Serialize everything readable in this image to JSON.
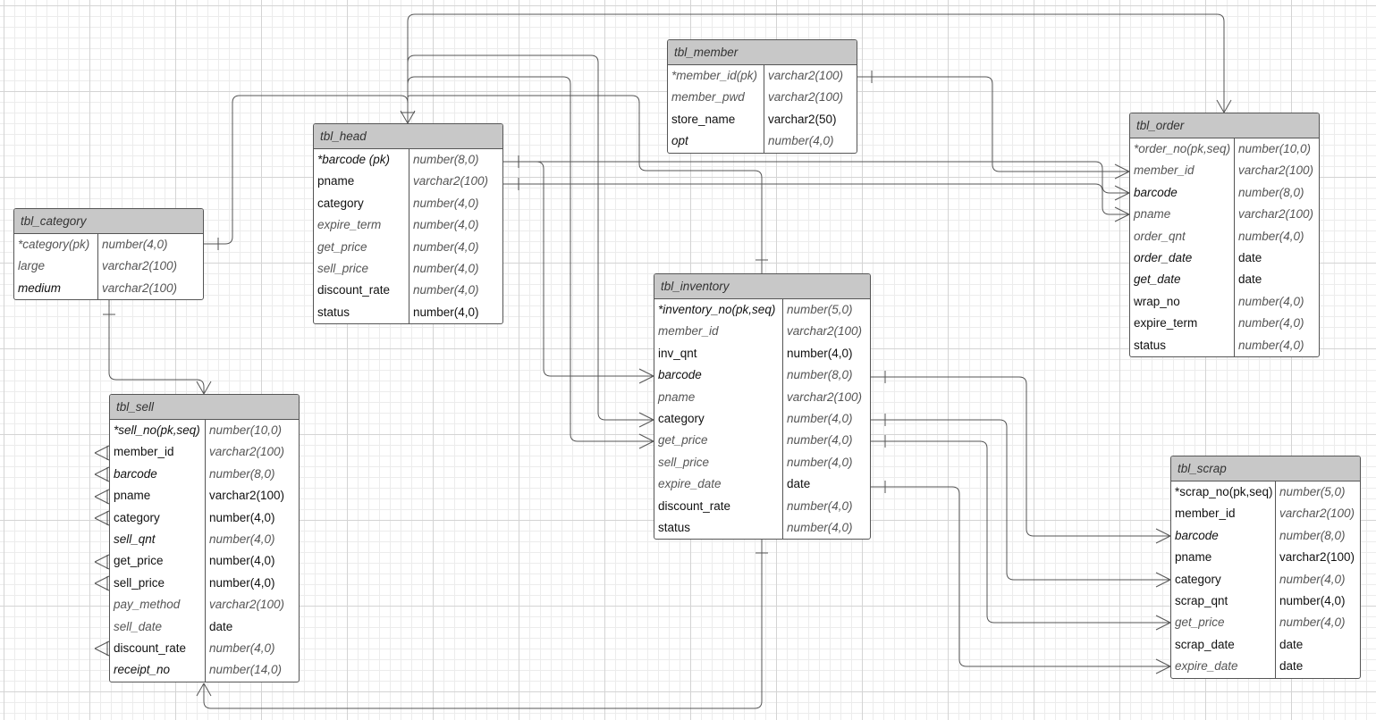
{
  "tables": [
    {
      "id": "tbl_member",
      "title": "tbl_member",
      "columns": [
        [
          "*member_id(pk)",
          "varchar2(100)",
          "i",
          "i"
        ],
        [
          "member_pwd",
          "varchar2(100)",
          "i",
          "i"
        ],
        [
          "store_name",
          "varchar2(50)",
          "k",
          "k"
        ],
        [
          "opt",
          "number(4,0)",
          "b",
          "i"
        ]
      ]
    },
    {
      "id": "tbl_order",
      "title": "tbl_order",
      "columns": [
        [
          "*order_no(pk,seq)",
          "number(10,0)",
          "i",
          "i"
        ],
        [
          "member_id",
          "varchar2(100)",
          "i",
          "i"
        ],
        [
          "barcode",
          "number(8,0)",
          "b",
          "i"
        ],
        [
          "pname",
          "varchar2(100)",
          "i",
          "i"
        ],
        [
          "order_qnt",
          "number(4,0)",
          "i",
          "i"
        ],
        [
          "order_date",
          "date",
          "b",
          "k"
        ],
        [
          "get_date",
          "date",
          "b",
          "k"
        ],
        [
          "wrap_no",
          "number(4,0)",
          "k",
          "i"
        ],
        [
          "expire_term",
          "number(4,0)",
          "k",
          "i"
        ],
        [
          "status",
          "number(4,0)",
          "k",
          "i"
        ]
      ]
    },
    {
      "id": "tbl_head",
      "title": "tbl_head",
      "columns": [
        [
          "*barcode (pk)",
          "number(8,0)",
          "b",
          "i"
        ],
        [
          "pname",
          "varchar2(100)",
          "k",
          "i"
        ],
        [
          "category",
          "number(4,0)",
          "k",
          "i"
        ],
        [
          "expire_term",
          "number(4,0)",
          "i",
          "i"
        ],
        [
          "get_price",
          "number(4,0)",
          "i",
          "i"
        ],
        [
          "sell_price",
          "number(4,0)",
          "i",
          "i"
        ],
        [
          "discount_rate",
          "number(4,0)",
          "k",
          "i"
        ],
        [
          "status",
          "number(4,0)",
          "k",
          "k"
        ]
      ]
    },
    {
      "id": "tbl_category",
      "title": "tbl_category",
      "columns": [
        [
          "*category(pk)",
          "number(4,0)",
          "i",
          "i"
        ],
        [
          "large",
          "varchar2(100)",
          "i",
          "i"
        ],
        [
          "medium",
          "varchar2(100)",
          "b",
          "i"
        ]
      ]
    },
    {
      "id": "tbl_inventory",
      "title": "tbl_inventory",
      "columns": [
        [
          "*inventory_no(pk,seq)",
          "number(5,0)",
          "b",
          "i"
        ],
        [
          "member_id",
          "varchar2(100)",
          "i",
          "i"
        ],
        [
          "inv_qnt",
          "number(4,0)",
          "k",
          "k"
        ],
        [
          "barcode",
          "number(8,0)",
          "b",
          "i"
        ],
        [
          "pname",
          "varchar2(100)",
          "i",
          "i"
        ],
        [
          "category",
          "number(4,0)",
          "k",
          "i"
        ],
        [
          "get_price",
          "number(4,0)",
          "i",
          "i"
        ],
        [
          "sell_price",
          "number(4,0)",
          "i",
          "i"
        ],
        [
          "expire_date",
          "date",
          "i",
          "k"
        ],
        [
          "discount_rate",
          "number(4,0)",
          "k",
          "i"
        ],
        [
          "status",
          "number(4,0)",
          "k",
          "i"
        ]
      ]
    },
    {
      "id": "tbl_sell",
      "title": "tbl_sell",
      "columns": [
        [
          "*sell_no(pk,seq)",
          "number(10,0)",
          "b",
          "i"
        ],
        [
          "member_id",
          "varchar2(100)",
          "k",
          "i"
        ],
        [
          "barcode",
          "number(8,0)",
          "b",
          "i"
        ],
        [
          "pname",
          "varchar2(100)",
          "k",
          "k"
        ],
        [
          "category",
          "number(4,0)",
          "k",
          "k"
        ],
        [
          "sell_qnt",
          "number(4,0)",
          "b",
          "i"
        ],
        [
          "get_price",
          "number(4,0)",
          "k",
          "k"
        ],
        [
          "sell_price",
          "number(4,0)",
          "k",
          "k"
        ],
        [
          "pay_method",
          "varchar2(100)",
          "i",
          "i"
        ],
        [
          "sell_date",
          "date",
          "i",
          "k"
        ],
        [
          "discount_rate",
          "number(4,0)",
          "k",
          "i"
        ],
        [
          "receipt_no",
          "number(14,0)",
          "b",
          "i"
        ]
      ]
    },
    {
      "id": "tbl_scrap",
      "title": "tbl_scrap",
      "columns": [
        [
          "*scrap_no(pk,seq)",
          "number(5,0)",
          "k",
          "i"
        ],
        [
          "member_id",
          "varchar2(100)",
          "k",
          "i"
        ],
        [
          "barcode",
          "number(8,0)",
          "b",
          "i"
        ],
        [
          "pname",
          "varchar2(100)",
          "k",
          "k"
        ],
        [
          "category",
          "number(4,0)",
          "k",
          "i"
        ],
        [
          "scrap_qnt",
          "number(4,0)",
          "k",
          "k"
        ],
        [
          "get_price",
          "number(4,0)",
          "i",
          "i"
        ],
        [
          "scrap_date",
          "date",
          "k",
          "k"
        ],
        [
          "expire_date",
          "date",
          "i",
          "k"
        ]
      ]
    }
  ]
}
